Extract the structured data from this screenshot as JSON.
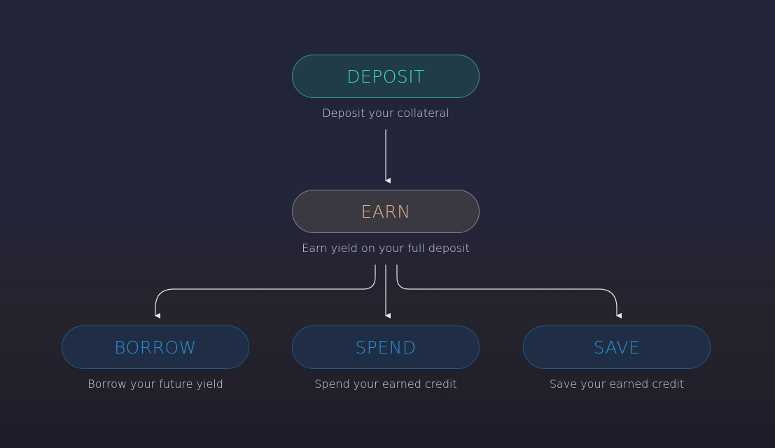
{
  "steps": {
    "deposit": {
      "label": "DEPOSIT",
      "caption": "Deposit your collateral"
    },
    "earn": {
      "label": "EARN",
      "caption": "Earn yield on your full deposit"
    },
    "borrow": {
      "label": "BORROW",
      "caption": "Borrow your future yield"
    },
    "spend": {
      "label": "SPEND",
      "caption": "Spend your earned credit"
    },
    "save": {
      "label": "SAVE",
      "caption": "Save your earned credit"
    }
  },
  "colors": {
    "deposit_text": "#3ee0bd",
    "earn_text": "#e7b58c",
    "branch_text": "#2d8fcf",
    "arrow": "#e8e8ec"
  }
}
